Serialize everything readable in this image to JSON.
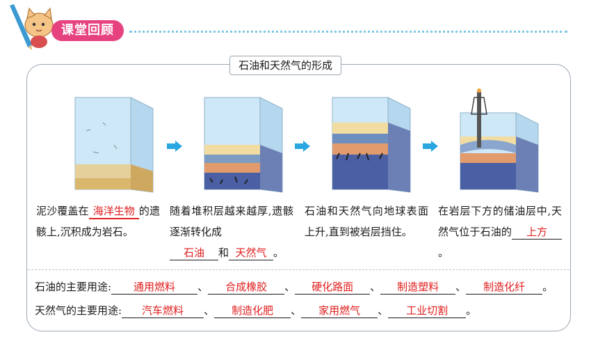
{
  "header": {
    "title": "课堂回顾"
  },
  "section": {
    "title": "石油和天然气的形成"
  },
  "steps": [
    {
      "text_a": "泥沙覆盖在",
      "blank": "海洋生物",
      "text_b": "的遗骸上,沉积成为岩石。"
    },
    {
      "text_a": "随着堆积层越来越厚,遗骸逐渐转化成",
      "blank1": "石油",
      "mid": "和",
      "blank2": "天然气",
      "end": "。"
    },
    {
      "text": "石油和天然气向地球表面上升,直到被岩层挡住。"
    },
    {
      "text_a": "在岩层下方的储油层中,天然气位于石油的",
      "blank": "上方",
      "end": "。"
    }
  ],
  "uses": {
    "oil_label": "石油的主要用途:",
    "oil": [
      "通用燃料",
      "合成橡胶",
      "硬化路面",
      "制造塑料",
      "制造化纤"
    ],
    "gas_label": "天然气的主要用途:",
    "gas": [
      "汽车燃料",
      "制造化肥",
      "家用燃气",
      "工业切割"
    ],
    "sep": "、",
    "end": "。"
  },
  "colors": {
    "pill": "#e6427f",
    "answer": "#e01e1e",
    "arrow": "#2aa7e0",
    "dots": "#7ec7e6"
  }
}
